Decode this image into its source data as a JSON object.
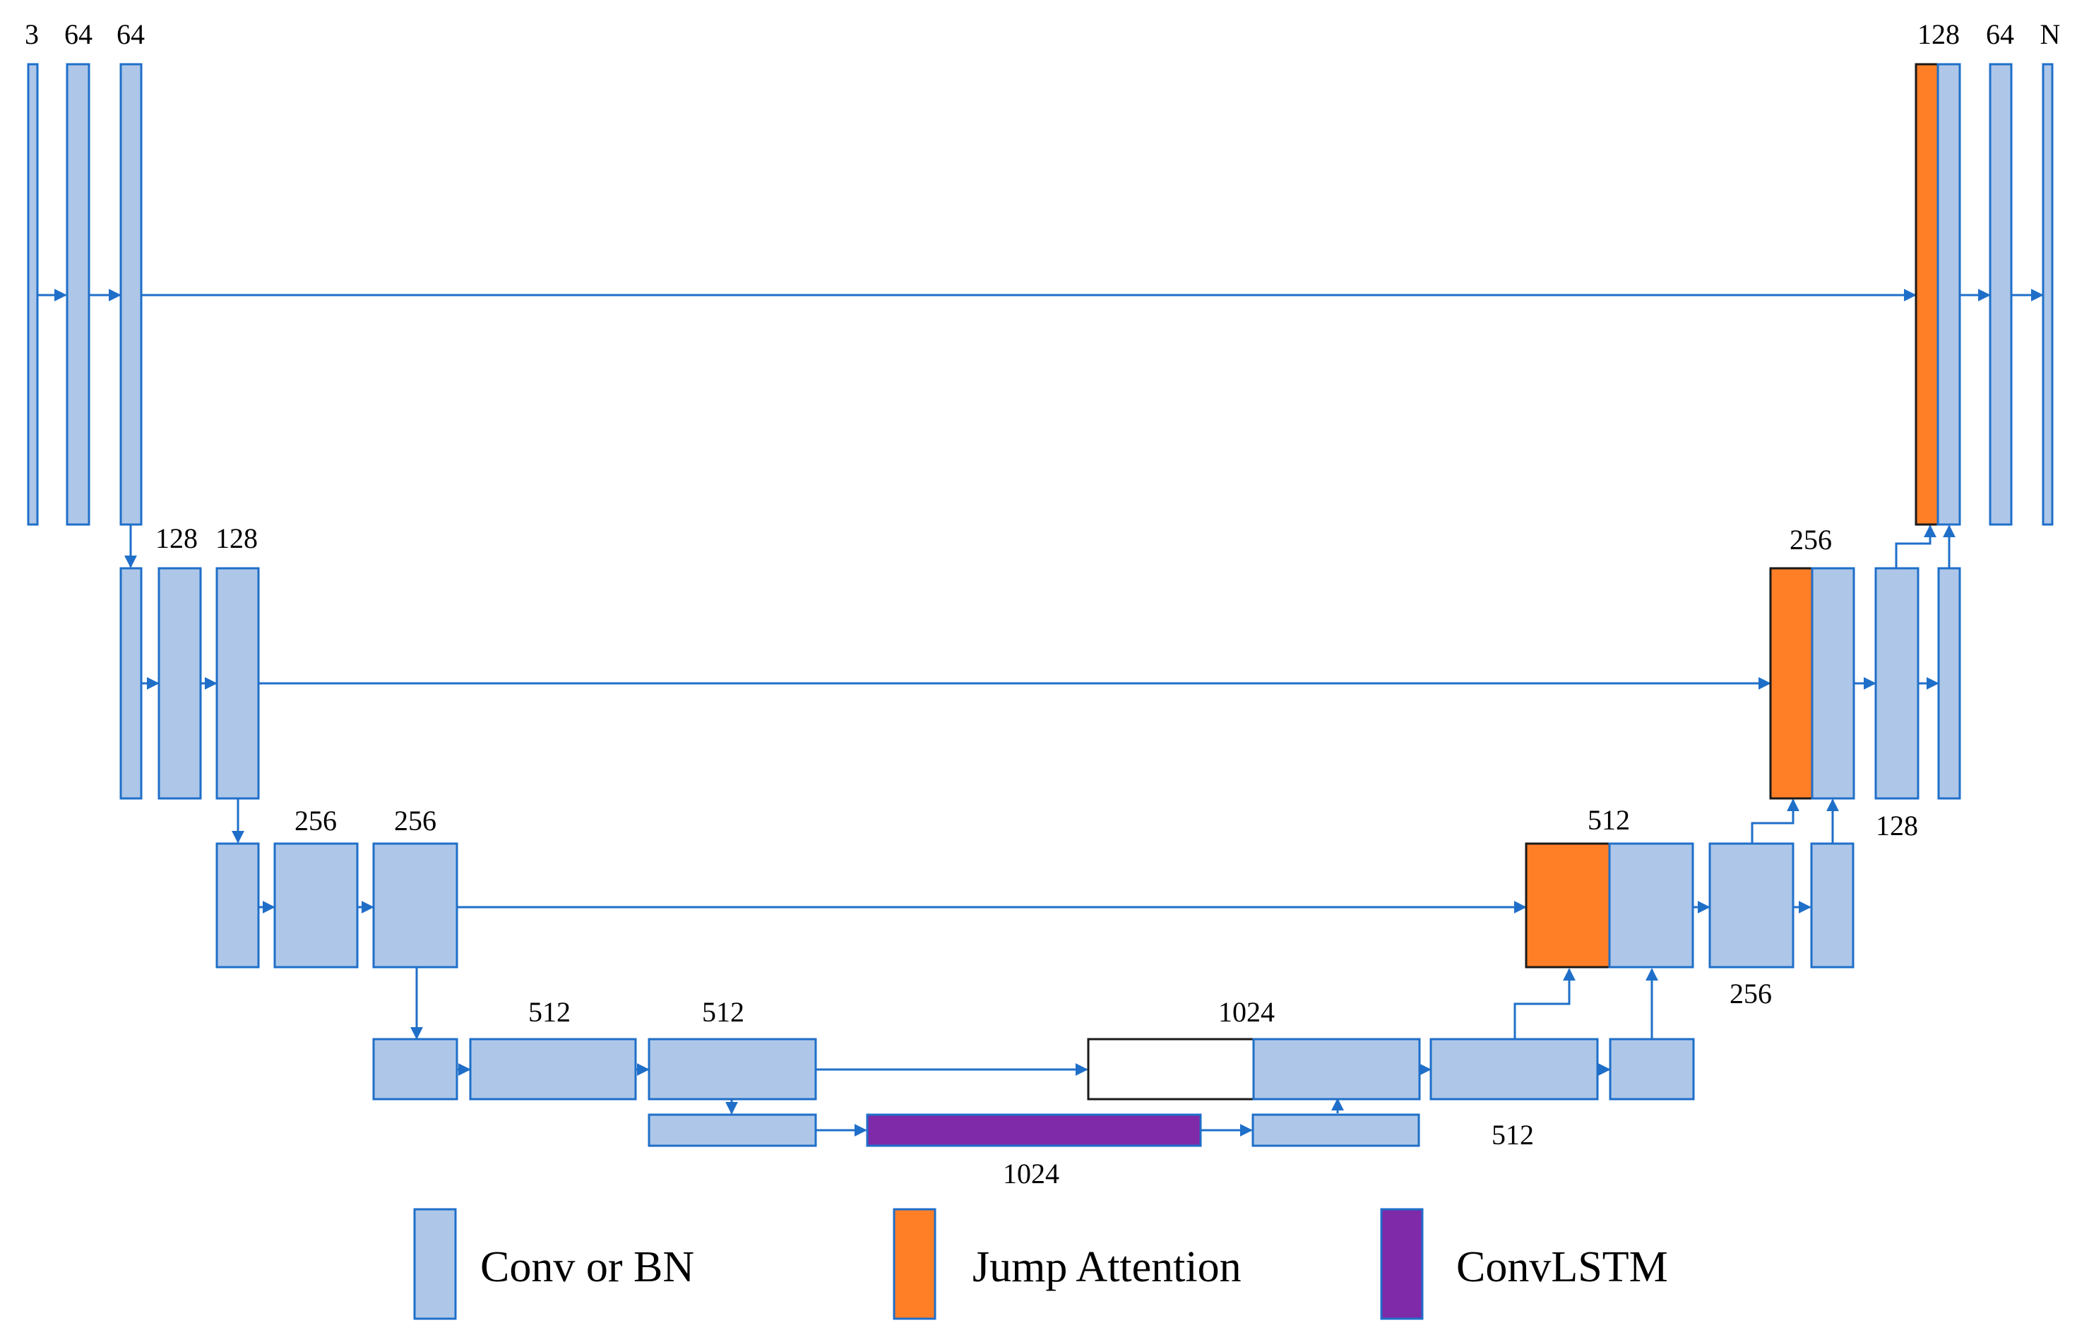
{
  "colors": {
    "conv": "#aec7e8",
    "conv_stroke": "#1f6fc9",
    "attention": "#ff7f27",
    "convlstm": "#7f2aa8",
    "arrow": "#1f6fc9",
    "dark_stroke": "#1a1a1a"
  },
  "channel_labels": {
    "l1_in": "3",
    "l1_a": "64",
    "l1_b": "64",
    "l2_a": "128",
    "l2_b": "128",
    "l3_a": "256",
    "l3_b": "256",
    "l4_a": "512",
    "l4_b": "512",
    "bottom_concat": "1024",
    "lstm": "1024",
    "bottom_out": "512",
    "up3_concat": "512",
    "up3_out": "256",
    "up2_concat": "256",
    "up2_out": "128",
    "up1_concat": "128",
    "up1_out": "64",
    "out": "N"
  },
  "legend": {
    "conv": "Conv or BN",
    "attention": "Jump Attention",
    "convlstm": "ConvLSTM"
  }
}
